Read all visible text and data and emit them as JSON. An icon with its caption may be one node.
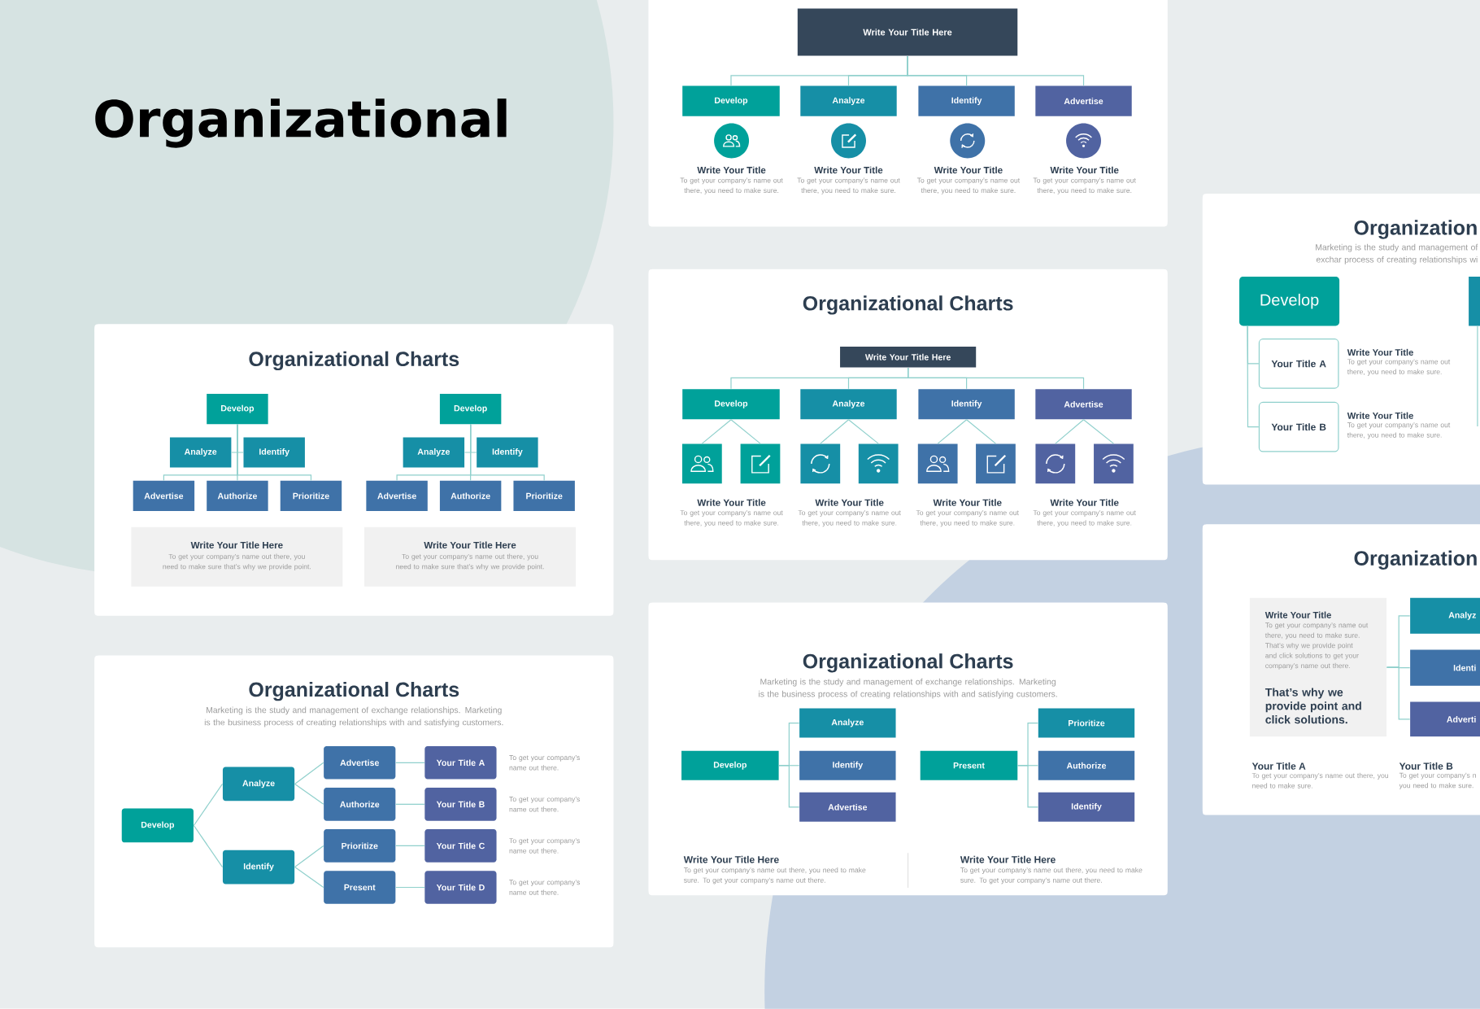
{
  "diagram": {
    "title": "Organizational",
    "nodes": [
      {
        "text": [],
        "shape": "box"
      },
      {
        "text": [
          "Write Your Title Here"
        ],
        "in": 0
      },
      {
        "text": [
          "Develop"
        ],
        "in": 0
      },
      {
        "text": [
          "Analyze"
        ],
        "in": 0
      },
      {
        "text": [
          "Identify"
        ],
        "in": 0
      },
      {
        "text": [
          "Advertise"
        ],
        "in": 0
      },
      {
        "text": [
          "Organizational Charts"
        ]
      },
      {
        "text": [
          "Write Your Title Here"
        ],
        "in": 6
      },
      {
        "text": [
          "Develop"
        ],
        "in": 6
      },
      {
        "text": [
          "Analyze"
        ],
        "in": 6
      },
      {
        "text": [
          "Identify"
        ],
        "in": 6
      },
      {
        "text": [
          "Advertise"
        ],
        "in": 6
      },
      {
        "text": [],
        "shape": "box",
        "in": 6
      },
      {
        "text": [],
        "shape": "box",
        "in": 6
      },
      {
        "text": [],
        "shape": "box",
        "in": 6
      },
      {
        "text": [],
        "shape": "box",
        "in": 6
      },
      {
        "text": [],
        "shape": "box",
        "in": 6
      },
      {
        "text": [],
        "shape": "box",
        "in": 6
      },
      {
        "text": [],
        "shape": "box",
        "in": 6
      },
      {
        "text": [],
        "shape": "box",
        "in": 6
      },
      {
        "text": [
          "Organizational Charts",
          "Marketing is the study and management of exchange relationships. Marketing is the business process of creating relationships with and satisfying customers."
        ]
      },
      {
        "text": [
          "Develop"
        ],
        "in": 20
      },
      {
        "text": [
          "Analyze"
        ],
        "in": 20
      },
      {
        "text": [
          "Identify"
        ],
        "in": 20
      },
      {
        "text": [
          "Advertise"
        ],
        "in": 20
      },
      {
        "text": [
          "Present"
        ],
        "in": 20
      },
      {
        "text": [
          "Prioritize"
        ],
        "in": 20
      },
      {
        "text": [
          "Authorize"
        ],
        "in": 20
      },
      {
        "text": [
          "Identify"
        ],
        "in": 20
      },
      {
        "text": [
          "Organizational Charts"
        ]
      },
      {
        "text": [
          "Develop"
        ],
        "in": 29
      },
      {
        "text": [
          "Analyze"
        ],
        "in": 29
      },
      {
        "text": [
          "Identify"
        ],
        "in": 29
      },
      {
        "text": [
          "Advertise"
        ],
        "in": 29
      },
      {
        "text": [
          "Authorize"
        ],
        "in": 29
      },
      {
        "text": [
          "Prioritize"
        ],
        "in": 29
      },
      {
        "text": [
          "Write Your Title Here",
          "To get your company’s name out there, you need to make sure that’s why we provide point."
        ],
        "in": 29
      },
      {
        "text": [
          "Develop"
        ],
        "in": 29
      },
      {
        "text": [
          "Analyze"
        ],
        "in": 29
      },
      {
        "text": [
          "Identify"
        ],
        "in": 29
      },
      {
        "text": [
          "Advertise"
        ],
        "in": 29
      },
      {
        "text": [
          "Authorize"
        ],
        "in": 29
      },
      {
        "text": [
          "Prioritize"
        ],
        "in": 29
      },
      {
        "text": [
          "Write Your Title Here",
          "To get your company’s name out there, you need to make sure that’s why we provide point."
        ],
        "in": 29
      },
      {
        "text": [
          "Organizational Charts",
          "Marketing is the study and management of exchange relationships. Marketing is the business process of creating relationships with and satisfying customers."
        ]
      },
      {
        "text": [
          "Develop"
        ],
        "in": 44
      },
      {
        "text": [
          "Analyze"
        ],
        "in": 44
      },
      {
        "text": [
          "Identify"
        ],
        "in": 44
      },
      {
        "text": [
          "Advertise"
        ],
        "in": 44
      },
      {
        "text": [
          "Authorize"
        ],
        "in": 44
      },
      {
        "text": [
          "Prioritize"
        ],
        "in": 44
      },
      {
        "text": [
          "Present"
        ],
        "in": 44
      },
      {
        "text": [
          "Your Title A"
        ],
        "in": 44,
        "beside": [
          "To get your company’s name out there."
        ]
      },
      {
        "text": [
          "Your Title B"
        ],
        "in": 44,
        "beside": [
          "To get your company’s name out there."
        ]
      },
      {
        "text": [
          "Your Title C"
        ],
        "in": 44,
        "beside": [
          "To get your company’s name out there."
        ]
      },
      {
        "text": [
          "Your Title D"
        ],
        "in": 44,
        "beside": [
          "To get your company’s name out there."
        ]
      },
      {
        "text": [
          "Organization",
          "Marketing is the study and management of exchar process of creating relationships wi"
        ]
      },
      {
        "text": [
          "Develop"
        ],
        "in": 56
      },
      {
        "text": [
          "Your Title A"
        ],
        "in": 56,
        "beside": [
          "Write Your Title",
          "To get your company’s name out there, you need to make sure."
        ]
      },
      {
        "text": [
          "Your Title B"
        ],
        "in": 56,
        "beside": [
          "Write Your Title",
          "To get your company’s name out there, you need to make sure."
        ]
      },
      {
        "text": [],
        "shape": "box",
        "in": 56
      },
      {
        "text": [
          "Organization"
        ]
      },
      {
        "text": [
          "Write Your Title",
          "To get your company’s name out there, you need to make sure. That’s why we provide point and click solutions to get your company’s name out there.",
          "That’s why we provide point and click solutions."
        ],
        "in": 61
      },
      {
        "text": [
          "Analyz"
        ],
        "in": 61
      },
      {
        "text": [
          "Identi"
        ],
        "in": 61
      },
      {
        "text": [
          "Adverti"
        ],
        "in": 61
      }
    ],
    "edges": [
      {
        "from": 1,
        "to": 2,
        "arrow": "none"
      },
      {
        "from": 1,
        "to": 3,
        "arrow": "none"
      },
      {
        "from": 1,
        "to": 4,
        "arrow": "none"
      },
      {
        "from": 1,
        "to": 5,
        "arrow": "none"
      },
      {
        "from": 7,
        "to": 8,
        "arrow": "none"
      },
      {
        "from": 7,
        "to": 9,
        "arrow": "none"
      },
      {
        "from": 7,
        "to": 10,
        "arrow": "none"
      },
      {
        "from": 7,
        "to": 11,
        "arrow": "none"
      },
      {
        "from": 8,
        "to": 12,
        "arrow": "none"
      },
      {
        "from": 8,
        "to": 13,
        "arrow": "none"
      },
      {
        "from": 9,
        "to": 14,
        "arrow": "none"
      },
      {
        "from": 9,
        "to": 15,
        "arrow": "none"
      },
      {
        "from": 10,
        "to": 16,
        "arrow": "none"
      },
      {
        "from": 10,
        "to": 17,
        "arrow": "none"
      },
      {
        "from": 11,
        "to": 18,
        "arrow": "none"
      },
      {
        "from": 11,
        "to": 19,
        "arrow": "none"
      },
      {
        "from": 21,
        "to": 22,
        "arrow": "none"
      },
      {
        "from": 21,
        "to": 23,
        "arrow": "none"
      },
      {
        "from": 21,
        "to": 24,
        "arrow": "none"
      },
      {
        "from": 25,
        "to": 26,
        "arrow": "none"
      },
      {
        "from": 25,
        "to": 27,
        "arrow": "none"
      },
      {
        "from": 25,
        "to": 28,
        "arrow": "none"
      },
      {
        "from": 30,
        "to": 31,
        "arrow": "none"
      },
      {
        "from": 30,
        "to": 32,
        "arrow": "none"
      },
      {
        "from": 30,
        "to": 33,
        "arrow": "none"
      },
      {
        "from": 30,
        "to": 34,
        "arrow": "none"
      },
      {
        "from": 30,
        "to": 35,
        "arrow": "none"
      },
      {
        "from": 37,
        "to": 38,
        "arrow": "none"
      },
      {
        "from": 37,
        "to": 39,
        "arrow": "none"
      },
      {
        "from": 37,
        "to": 40,
        "arrow": "none"
      },
      {
        "from": 37,
        "to": 41,
        "arrow": "none"
      },
      {
        "from": 37,
        "to": 42,
        "arrow": "none"
      },
      {
        "from": 45,
        "to": 46,
        "arrow": "none"
      },
      {
        "from": 45,
        "to": 47,
        "arrow": "none"
      },
      {
        "from": 46,
        "to": 48,
        "arrow": "none"
      },
      {
        "from": 46,
        "to": 49,
        "arrow": "none"
      },
      {
        "from": 47,
        "to": 50,
        "arrow": "none"
      },
      {
        "from": 47,
        "to": 51,
        "arrow": "none"
      },
      {
        "from": 48,
        "to": 52,
        "arrow": "none"
      },
      {
        "from": 49,
        "to": 53,
        "arrow": "none"
      },
      {
        "from": 50,
        "to": 54,
        "arrow": "none"
      },
      {
        "from": 51,
        "to": 55,
        "arrow": "none"
      },
      {
        "from": 57,
        "to": 58,
        "arrow": "none"
      },
      {
        "from": 57,
        "to": 59,
        "arrow": "none"
      },
      {
        "from": 60,
        "to": null,
        "arrow": "none"
      },
      {
        "from": 62,
        "to": 63,
        "arrow": "none"
      },
      {
        "from": 62,
        "to": 64,
        "arrow": "none"
      },
      {
        "from": 62,
        "to": 65,
        "arrow": "none"
      }
    ],
    "labels": [
      "Write Your Title",
      "To get your company’s name out there, you need to make sure.",
      "Write Your Title",
      "To get your company’s name out there, you need to make sure.",
      "Write Your Title",
      "To get your company’s name out there, you need to make sure.",
      "Write Your Title",
      "To get your company’s name out there, you need to make sure.",
      "Write Your Title",
      "To get your company’s name out there, you need to make sure.",
      "Write Your Title",
      "To get your company’s name out there, you need to make sure.",
      "Write Your Title",
      "To get your company’s name out there, you need to make sure.",
      "Write Your Title",
      "To get your company’s name out there, you need to make sure.",
      "Write Your Title Here",
      "To get your company’s name out there, you need to make sure. To get your company’s name out there.",
      "Write Your Title Here",
      "To get your company’s name out there, you need to make sure. To get your company’s name out there.",
      "Your Title A",
      "To get your company’s name out there, you need to make sure.",
      "Your Title B",
      "To get your company’s n you need to make sure."
    ]
  }
}
